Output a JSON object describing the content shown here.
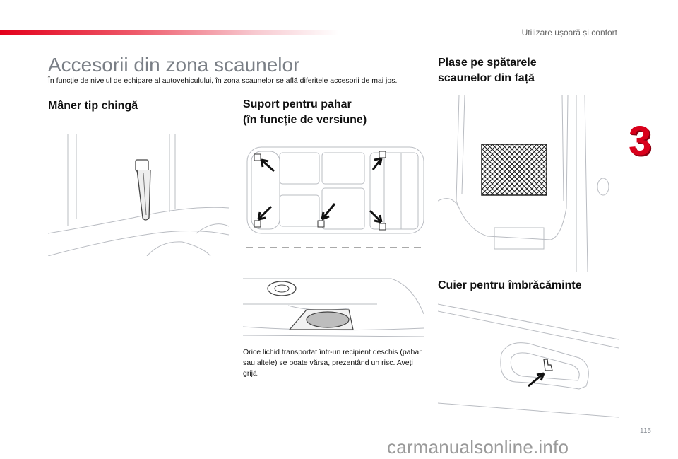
{
  "header": {
    "section_title": "Utilizare ușoară și confort",
    "chapter_number": "3"
  },
  "page": {
    "title": "Accesorii din zona scaunelor",
    "intro": "În funcție de nivelul de echipare al autovehiculului, în zona scaunelor se află diferitele accesorii de mai jos.",
    "number": "115"
  },
  "sections": {
    "maner": {
      "heading": "Mâner tip chingă"
    },
    "suport": {
      "heading_line1": "Suport pentru pahar",
      "heading_line2": "(în funcție de versiune)",
      "warning": "Orice lichid transportat într-un recipient deschis (pahar sau altele) se poate vărsa, prezentând un risc. Aveți grijă."
    },
    "plase": {
      "heading_line1": "Plase pe spătarele",
      "heading_line2": "scaunelor din față"
    },
    "cuier": {
      "heading": "Cuier pentru îmbrăcăminte"
    }
  },
  "colors": {
    "accent_red": "#d9001b",
    "title_grey": "#7a7f86"
  },
  "watermark": "carmanualsonline.info"
}
